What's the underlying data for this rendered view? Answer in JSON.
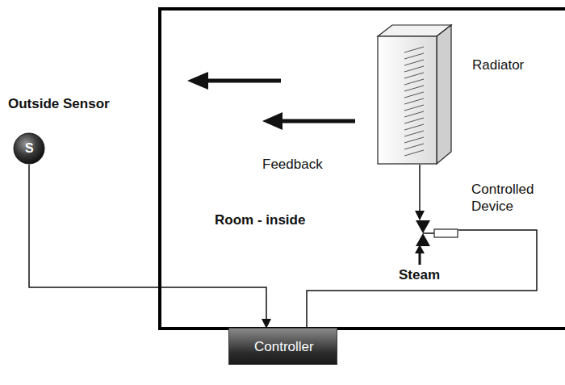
{
  "diagram": {
    "nodes": [
      {
        "text": [
          "Outside Sensor",
          "S"
        ]
      },
      {
        "text": [
          "Room - inside"
        ]
      },
      {
        "text": [
          "Radiator"
        ],
        "in": 1
      },
      {
        "text": [
          "Controlled Device"
        ],
        "in": 1
      },
      {
        "text": [
          "Controller"
        ]
      }
    ],
    "edges": [
      {
        "from": 0,
        "to": 4,
        "arrow": "to"
      },
      {
        "from": 4,
        "to": 3,
        "arrow": "none"
      },
      {
        "from": 2,
        "to": 3,
        "arrow": "to"
      }
    ],
    "labels": [
      "Feedback",
      "Steam"
    ]
  }
}
